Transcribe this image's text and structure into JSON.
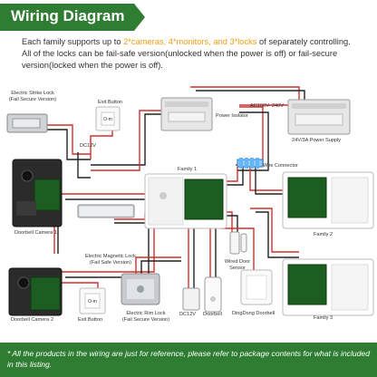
{
  "header": {
    "title": "Wiring Diagram"
  },
  "intro": {
    "prefix": "Each family supports up to ",
    "highlight": "2*cameras, 4*monitors, and 3*locks",
    "suffix": " of separately controlling. All of the locks can be fail-safe version(unlocked when the power is off) or fail-secure version(locked when the power is off)."
  },
  "labels": {
    "strike_lock": "Electric Strike Lock\n(Fail Secure Version)",
    "exit_button_top": "Exit Button",
    "dc12v_top": "DC12V",
    "power_isolator": "Power Isolator",
    "ac": "AC100V- 240V",
    "power_supply": "24V/3A Power Supply",
    "wire_connector": "Wire Connector",
    "family1": "Family 1",
    "family2": "Family 2",
    "family3": "Family 3",
    "doorbell_camera1": "Doorbell Camera 1",
    "doorbell_camera2": "Doorbell Camera 2",
    "magnetic_lock": "Electric Magnetic Lock\n(Fail Safe Version)",
    "wired_door_sensor": "Wired Door\nSensor",
    "rim_lock": "Electric Rim Lock\n(Fail Secure Version)",
    "dc12v_bottom": "DC12V",
    "doorbell": "Doorbell",
    "dingdong": "DingDong Doorbell",
    "exit_button_bottom": "Exit Button"
  },
  "footer": {
    "text": "* All the products in the wiring are just for reference, please refer to package contents for what is included in this listing."
  },
  "colors": {
    "brand": "#2e7d32",
    "highlight": "#f39c12",
    "wire_red": "#d32f2f",
    "wire_black": "#222222"
  }
}
